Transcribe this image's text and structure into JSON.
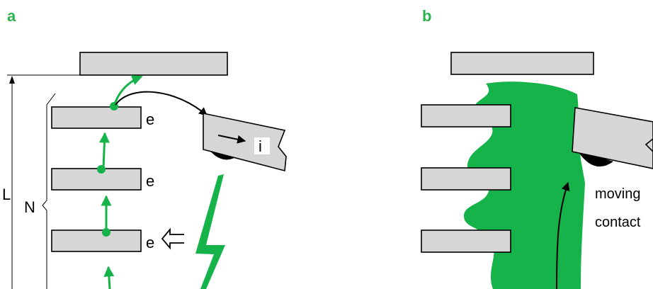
{
  "panels": {
    "a": {
      "label": "a",
      "label_color": "#2bb24c",
      "dim_L": "L",
      "dim_N": "N",
      "plate_labels": [
        "e",
        "e",
        "e"
      ],
      "current_label": "i"
    },
    "b": {
      "label": "b",
      "label_color": "#2bb24c",
      "annotation_line1": "moving",
      "annotation_line2": "contact"
    }
  },
  "colors": {
    "plate_fill": "#d6d6d6",
    "accent_green": "#15b34a",
    "outline": "#000000"
  }
}
